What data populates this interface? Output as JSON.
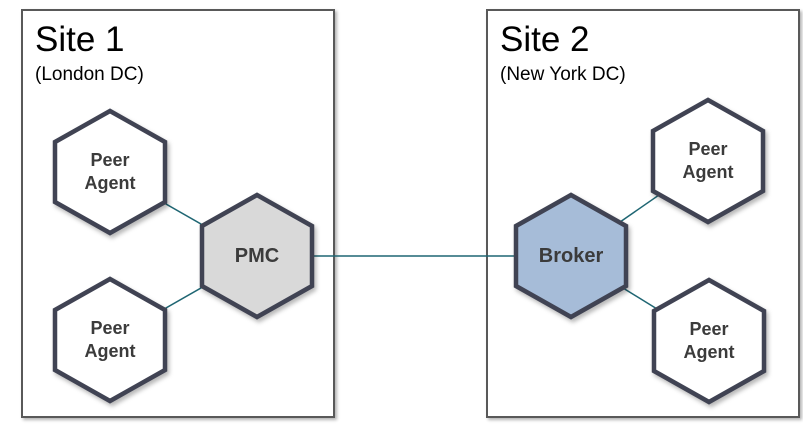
{
  "diagram": {
    "sites": [
      {
        "title": "Site 1",
        "subtitle": "(London DC)"
      },
      {
        "title": "Site 2",
        "subtitle": "(New York DC)"
      }
    ],
    "nodes": {
      "peer_agent_site1_top": {
        "label": "Peer\nAgent",
        "site": "Site 1",
        "shape": "hexagon"
      },
      "peer_agent_site1_bottom": {
        "label": "Peer\nAgent",
        "site": "Site 1",
        "shape": "hexagon"
      },
      "pmc": {
        "label": "PMC",
        "site": "Site 1",
        "shape": "hexagon"
      },
      "broker": {
        "label": "Broker",
        "site": "Site 2",
        "shape": "hexagon"
      },
      "peer_agent_site2_top": {
        "label": "Peer\nAgent",
        "site": "Site 2",
        "shape": "hexagon"
      },
      "peer_agent_site2_bottom": {
        "label": "Peer\nAgent",
        "site": "Site 2",
        "shape": "hexagon"
      }
    },
    "edges": [
      {
        "from": "peer_agent_site1_top",
        "to": "pmc"
      },
      {
        "from": "peer_agent_site1_bottom",
        "to": "pmc"
      },
      {
        "from": "pmc",
        "to": "broker"
      },
      {
        "from": "broker",
        "to": "peer_agent_site2_top"
      },
      {
        "from": "broker",
        "to": "peer_agent_site2_bottom"
      }
    ],
    "colors": {
      "hexagon_border": "#404353",
      "peer_fill": "#ffffff",
      "pmc_fill": "#d9d9d9",
      "broker_fill": "#a6bcd8",
      "connector": "#1f6673",
      "box_border": "#595959",
      "label_text": "#3b3b3b",
      "title_text": "#000000"
    }
  }
}
